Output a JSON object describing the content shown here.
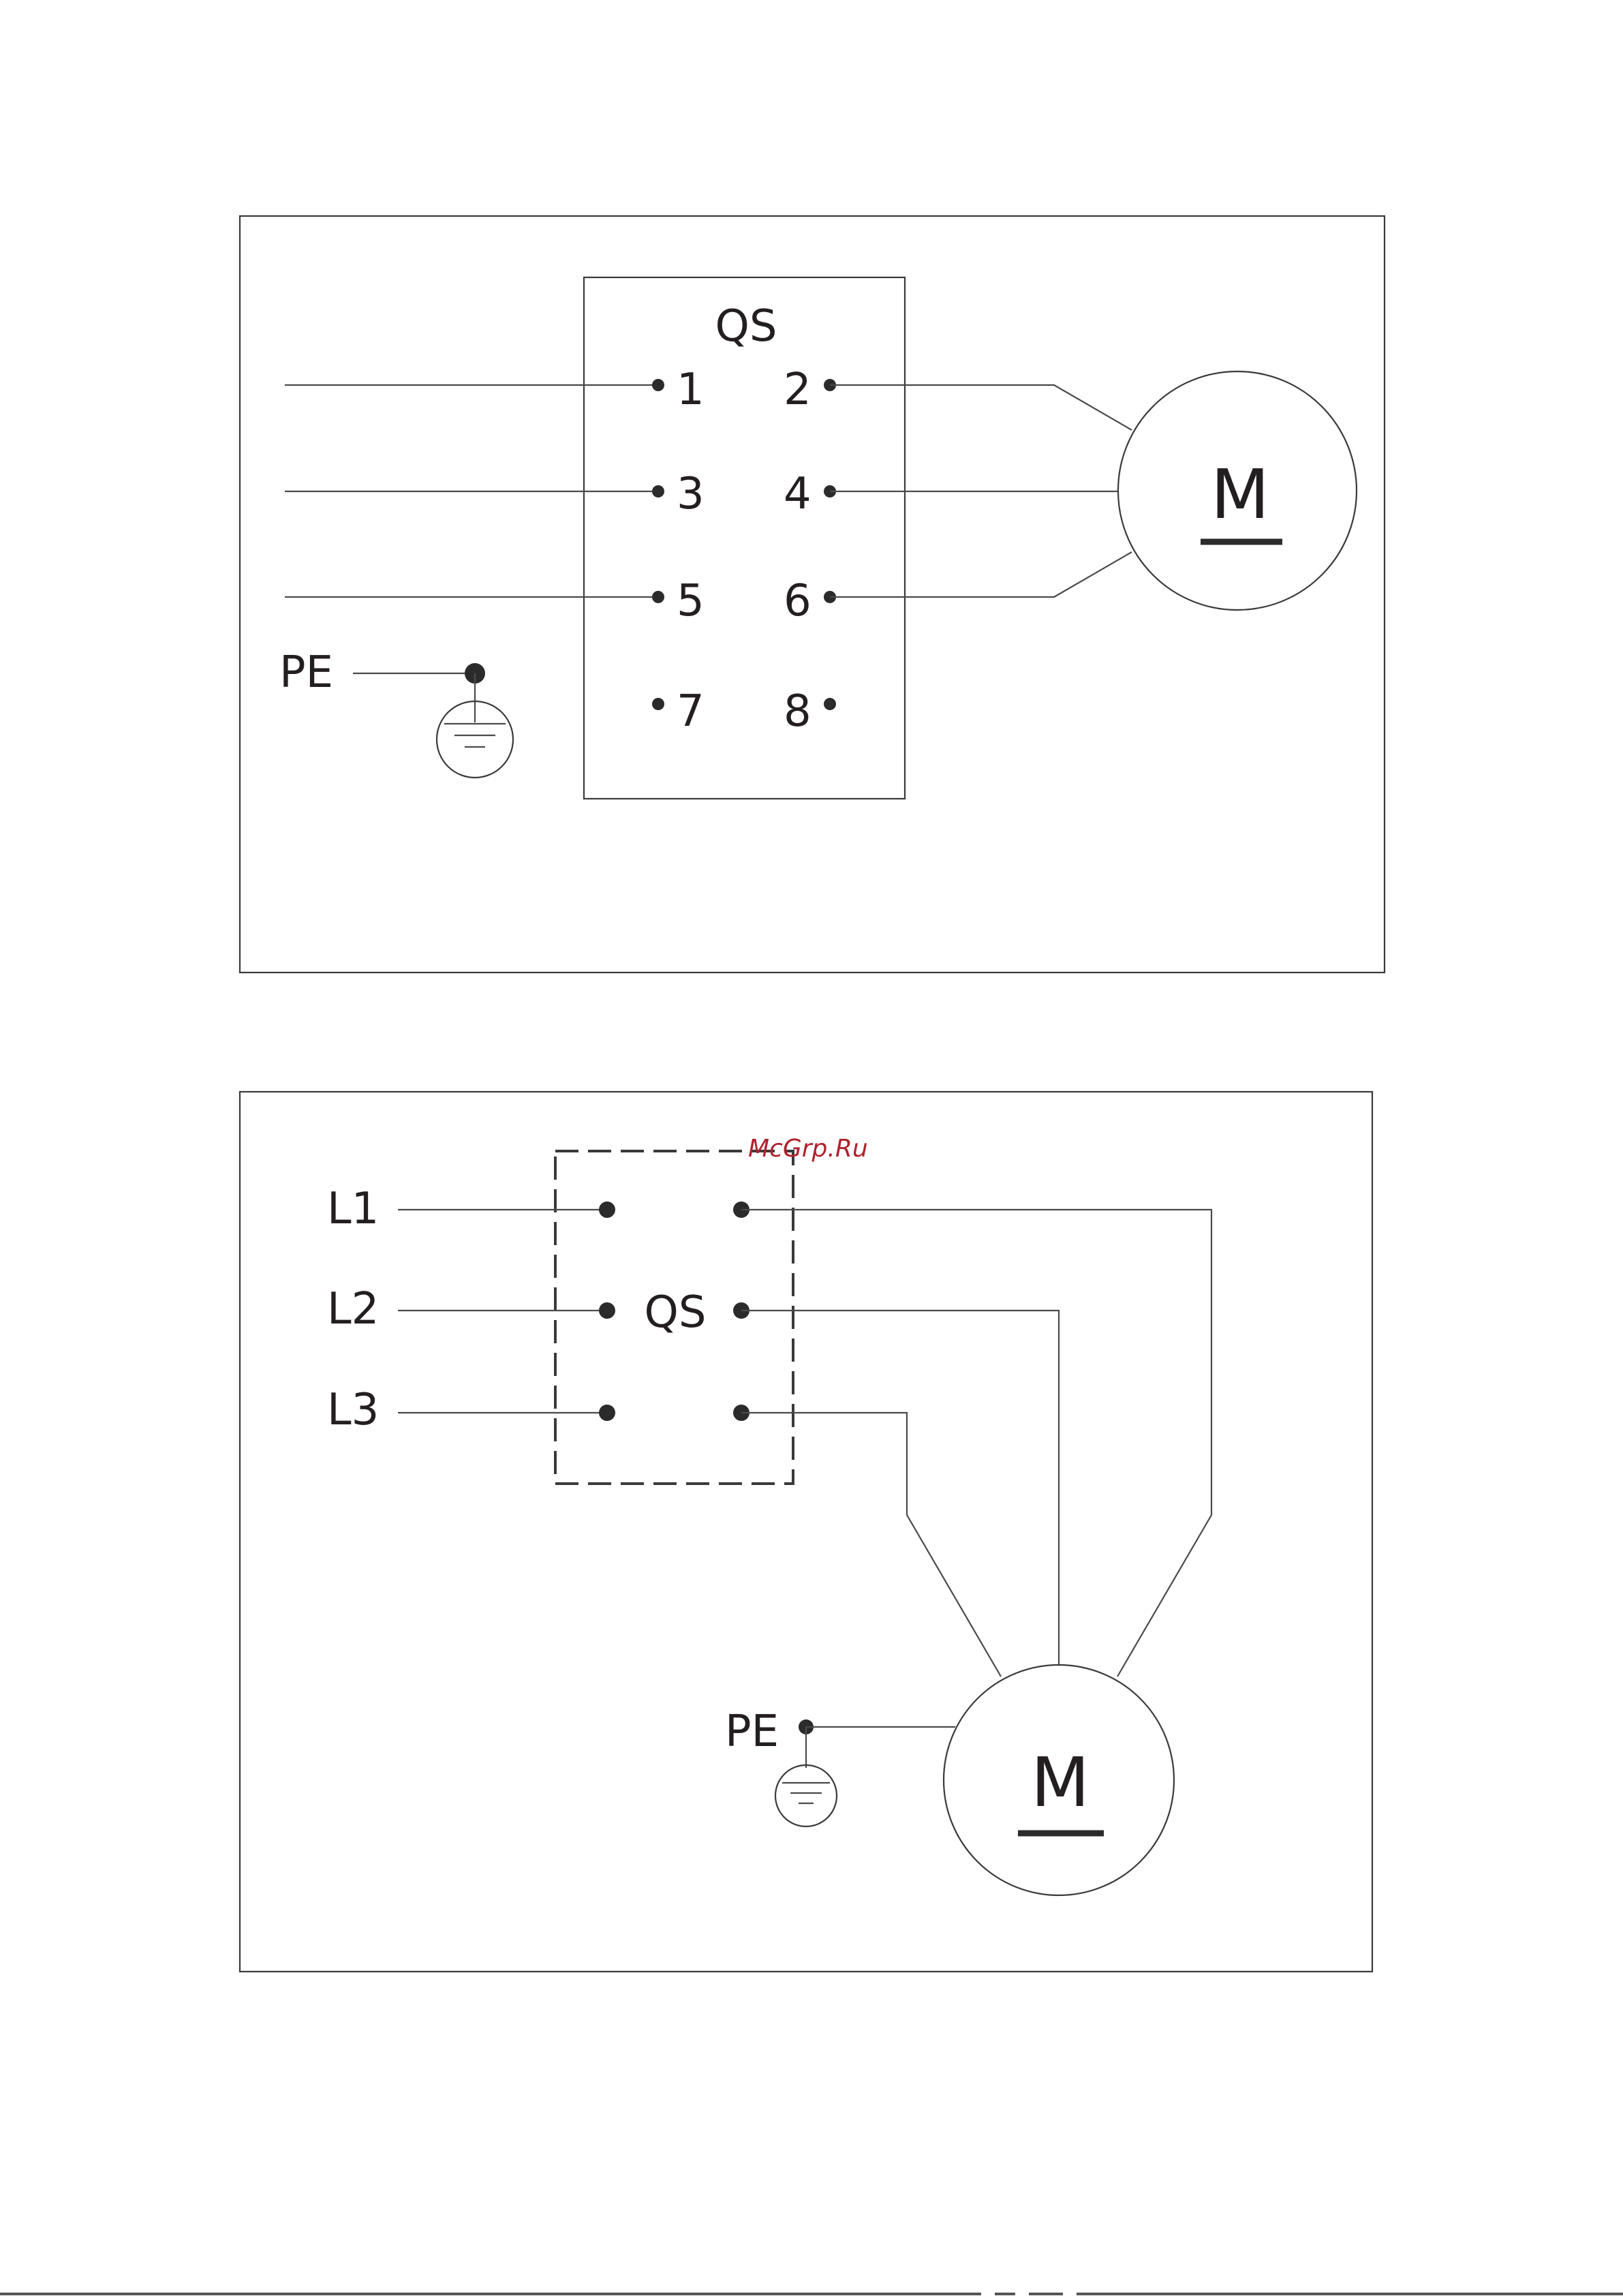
{
  "diagram1": {
    "switch_label": "QS",
    "terminals": [
      "1",
      "2",
      "3",
      "4",
      "5",
      "6",
      "7",
      "8"
    ],
    "pe_label": "PE",
    "motor_label": "M"
  },
  "diagram2": {
    "switch_label": "QS",
    "lines": [
      "L1",
      "L2",
      "L3"
    ],
    "pe_label": "PE",
    "motor_label": "M"
  },
  "watermark": "McGrp.Ru"
}
